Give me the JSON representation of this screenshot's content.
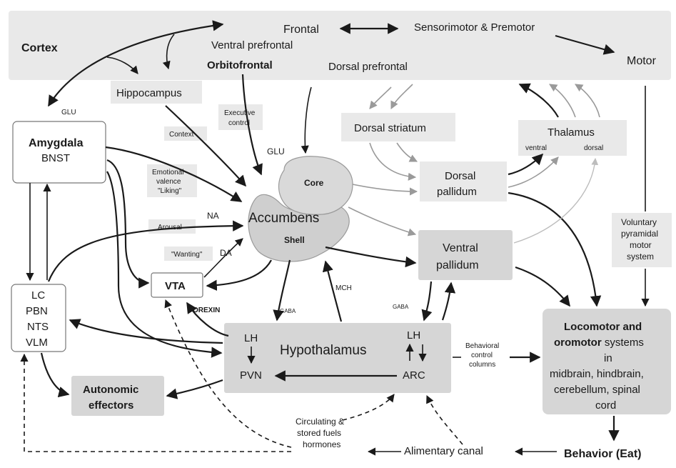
{
  "cortex": {
    "title": "Cortex",
    "frontal": "Frontal",
    "sensorimotor": "Sensorimotor & Premotor",
    "motor": "Motor",
    "ventral_prefrontal": "Ventral prefrontal",
    "orbitofrontal": "Orbitofrontal",
    "dorsal_prefrontal": "Dorsal prefrontal"
  },
  "labels": {
    "glu_left": "GLU",
    "glu_center": "GLU",
    "na": "NA",
    "da": "DA",
    "orexin": "OREXIN",
    "mch": "MCH",
    "gaba_left": "GABA",
    "gaba_right": "GABA"
  },
  "nodes": {
    "hippocampus": "Hippocampus",
    "amygdala": "Amygdala",
    "bnst": "BNST",
    "context": "Context",
    "executive_1": "Executive",
    "executive_2": "control",
    "emotional_1": "Emotional",
    "emotional_2": "valence",
    "emotional_3": "\"Liking\"",
    "arousal": "Arousal",
    "wanting": "\"Wanting\"",
    "core": "Core",
    "accumbens": "Accumbens",
    "shell": "Shell",
    "dorsal_striatum": "Dorsal striatum",
    "thalamus": "Thalamus",
    "thalamus_ventral": "ventral",
    "thalamus_dorsal": "dorsal",
    "dorsal_pallidum_1": "Dorsal",
    "dorsal_pallidum_2": "pallidum",
    "ventral_pallidum_1": "Ventral",
    "ventral_pallidum_2": "pallidum",
    "voluntary_1": "Voluntary",
    "voluntary_2": "pyramidal",
    "voluntary_3": "motor",
    "voluntary_4": "system",
    "lc": "LC",
    "pbn": "PBN",
    "nts": "NTS",
    "vlm": "VLM",
    "vta": "VTA",
    "hypothalamus": "Hypothalamus",
    "lh_left": "LH",
    "pvn": "PVN",
    "lh_right": "LH",
    "arc": "ARC",
    "autonomic_1": "Autonomic",
    "autonomic_2": "effectors",
    "behavioral_1": "Behavioral",
    "behavioral_2": "control",
    "behavioral_3": "columns",
    "loco_1_bold": "Locomotor and",
    "loco_2_bold": "oromotor",
    "loco_2_rest": " systems",
    "loco_3": "in",
    "loco_4": "midbrain, hindbrain,",
    "loco_5": "cerebellum, spinal",
    "loco_6": "cord",
    "circ_1": "Circulating &",
    "circ_2": "stored fuels",
    "circ_3": "hormones",
    "alimentary": "Alimentary canal",
    "behavior": "Behavior (Eat)"
  },
  "colors": {
    "cortex_band": "#e9e9e9",
    "label_box": "#e9e9e9",
    "shaded_box": "#d6d6d6",
    "accumbens": "#cfcfcf"
  }
}
